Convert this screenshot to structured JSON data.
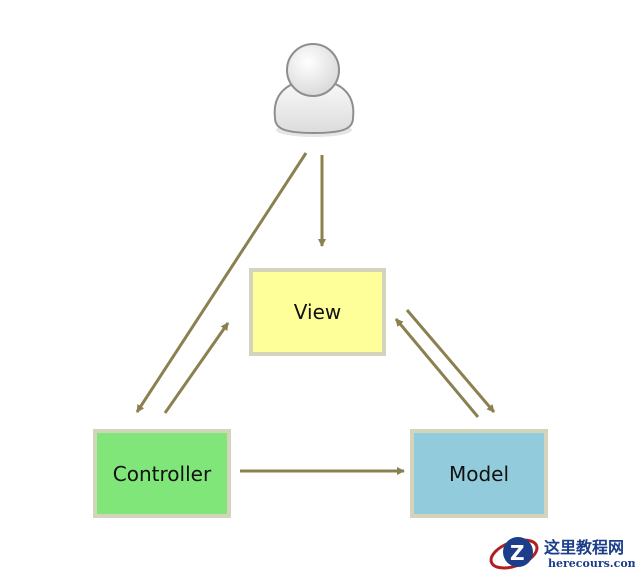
{
  "nodes": {
    "view": "View",
    "controller": "Controller",
    "model": "Model"
  },
  "watermark": {
    "title": "这里教程网",
    "url": "herecours.com"
  },
  "colors": {
    "arrow": "#8b8050",
    "view": "#ffff99",
    "controller": "#80e67a",
    "model": "#92ccdc"
  }
}
